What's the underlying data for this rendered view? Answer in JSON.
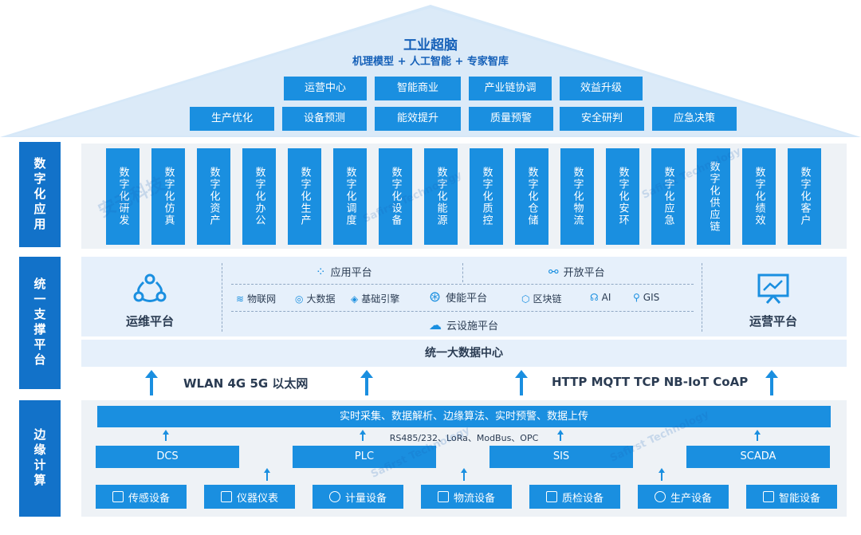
{
  "roof": {
    "title": "工业超脑",
    "subtitle": "机理模型 + 人工智能 + 专家智库",
    "row1": [
      "运营中心",
      "智能商业",
      "产业链协调",
      "效益升级"
    ],
    "row2": [
      "生产优化",
      "设备预测",
      "能效提升",
      "质量预警",
      "安全研判",
      "应急决策"
    ]
  },
  "layers": {
    "app": "数字化应用",
    "support": "统一支撑平台",
    "edge": "边缘计算"
  },
  "apps": [
    "数字化研发",
    "数字化仿真",
    "数字化资产",
    "数字化办公",
    "数字化生产",
    "数字化调度",
    "数字化设备",
    "数字化能源",
    "数字化质控",
    "数字化仓储",
    "数字化物流",
    "数字化安环",
    "数字化应急",
    "数字化供应链",
    "数字化绩效",
    "数字化客户"
  ],
  "support": {
    "ops": "运维平台",
    "operation": "运营平台",
    "app_platform": "应用平台",
    "open_platform": "开放平台",
    "enable_platform": "使能平台",
    "cloud_platform": "云设施平台",
    "items": [
      "物联网",
      "大数据",
      "基础引擎",
      "区块链",
      "AI",
      "GIS"
    ]
  },
  "bigdata": "统一大数据中心",
  "network": {
    "left": "WLAN 4G 5G 以太网",
    "right": "HTTP MQTT TCP NB-IoT CoAP"
  },
  "edge": {
    "bar": "实时采集、数据解析、边缘算法、实时预警、数据上传",
    "protocols": "RS485/232、LoRa、ModBus、OPC",
    "systems": [
      "DCS",
      "PLC",
      "SIS",
      "SCADA"
    ],
    "devices": [
      "传感设备",
      "仪器仪表",
      "计量设备",
      "物流设备",
      "质检设备",
      "生产设备",
      "智能设备"
    ]
  },
  "watermark": {
    "cn1": "安",
    "cn2": "元",
    "cn3": "科",
    "cn4": "技",
    "en": "Safirst Technology"
  }
}
